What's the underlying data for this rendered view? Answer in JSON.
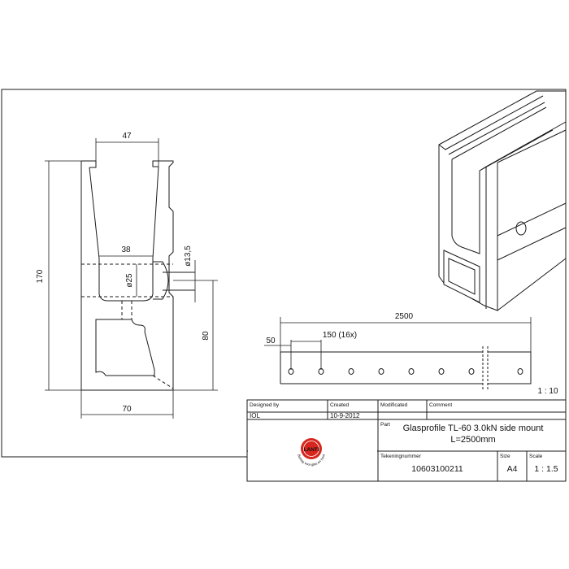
{
  "section": {
    "dim_top_width": "47",
    "dim_height": "170",
    "dim_inner_width": "38",
    "dim_hole_small": "ø13,5",
    "dim_hole_large": "ø25",
    "dim_hole_height": "80",
    "dim_base_width": "70"
  },
  "side_view": {
    "dim_total_length": "2500",
    "dim_first_hole": "50",
    "dim_hole_pitch": "150 (16x)",
    "scale": "1 : 10"
  },
  "title_block": {
    "designed_by_label": "Designed by",
    "designed_by": "IOL",
    "created_label": "Created",
    "created": "10-9-2012",
    "modificated_label": "Modificated",
    "modificated": "",
    "comment_label": "Comment",
    "comment": "",
    "part_label": "Part",
    "part_line1": "Glasprofile TL-60 3.0kN side mount",
    "part_line2": "L=2500mm",
    "drawing_number_label": "Tekeningnummer",
    "drawing_number": "10603100211",
    "size_label": "Size",
    "size": "A4",
    "scale_label": "Scale",
    "scale": "1 : 1.5",
    "logo_text": "LANTI",
    "logo_tagline": "Beslag voor glas en hout"
  },
  "colors": {
    "line": "#1a1a1a",
    "logo_red": "#d7261e"
  }
}
